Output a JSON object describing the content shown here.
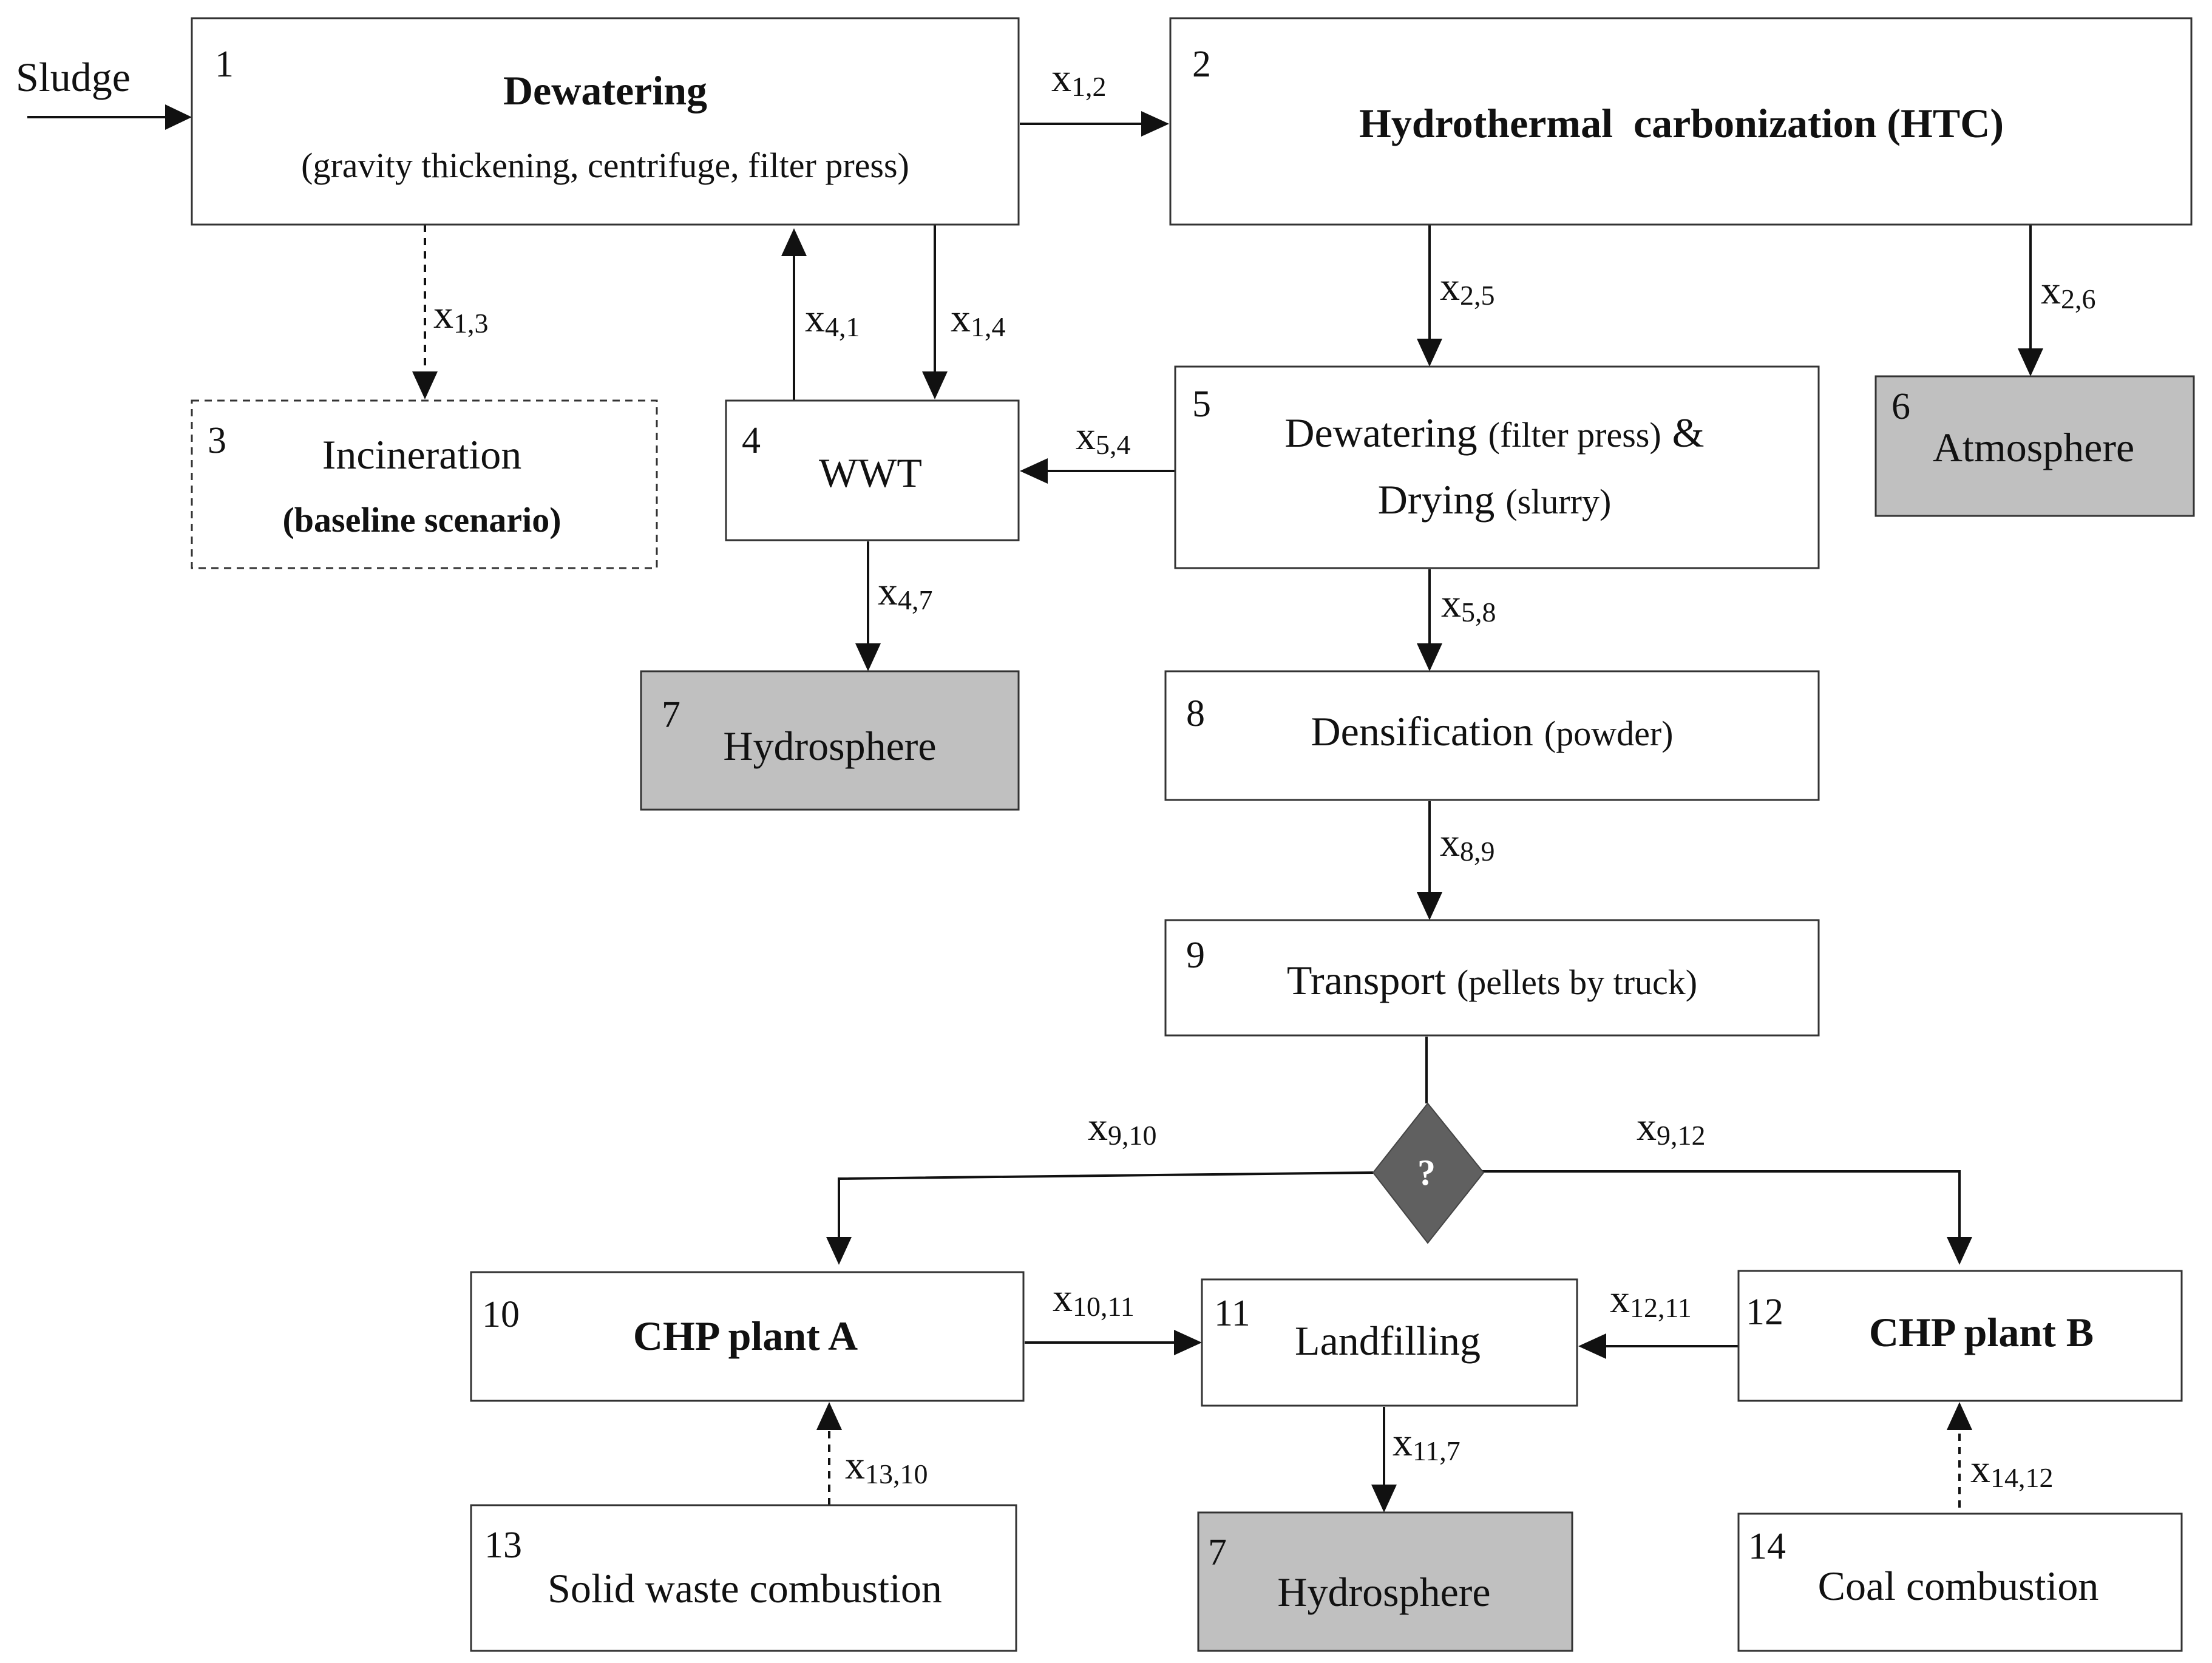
{
  "input_label": "Sludge",
  "diamond_label": "?",
  "boxes": {
    "b1": {
      "num": "1",
      "title": "Dewatering",
      "sub": "(gravity thickening, centrifuge, filter press)"
    },
    "b2": {
      "num": "2",
      "title": "Hydrothermal  carbonization (HTC)"
    },
    "b3": {
      "num": "3",
      "title": "Incineration",
      "sub": "(baseline scenario)"
    },
    "b4": {
      "num": "4",
      "title": "WWT"
    },
    "b5": {
      "num": "5",
      "line1a": "Dewatering",
      "line1b": "(filter press)",
      "line1c": "&",
      "line2a": "Drying",
      "line2b": "(slurry)"
    },
    "b6": {
      "num": "6",
      "title": "Atmosphere"
    },
    "b7a": {
      "num": "7",
      "title": "Hydrosphere"
    },
    "b8": {
      "num": "8",
      "title": "Densification",
      "sub": "(powder)"
    },
    "b9": {
      "num": "9",
      "title": "Transport",
      "sub": "(pellets by truck)"
    },
    "b10": {
      "num": "10",
      "title": "CHP plant A"
    },
    "b11": {
      "num": "11",
      "title": "Landfilling"
    },
    "b12": {
      "num": "12",
      "title": "CHP plant B"
    },
    "b13": {
      "num": "13",
      "title": "Solid waste combustion"
    },
    "b7b": {
      "num": "7",
      "title": "Hydrosphere"
    },
    "b14": {
      "num": "14",
      "title": "Coal combustion"
    }
  },
  "flows": {
    "x12": {
      "main": "x",
      "sub": "1,2"
    },
    "x13": {
      "main": "x",
      "sub": "1,3"
    },
    "x41": {
      "main": "x",
      "sub": "4,1"
    },
    "x14": {
      "main": "x",
      "sub": "1,4"
    },
    "x25": {
      "main": "x",
      "sub": "2,5"
    },
    "x26": {
      "main": "x",
      "sub": "2,6"
    },
    "x54": {
      "main": "x",
      "sub": "5,4"
    },
    "x47": {
      "main": "x",
      "sub": "4,7"
    },
    "x58": {
      "main": "x",
      "sub": "5,8"
    },
    "x89": {
      "main": "x",
      "sub": "8,9"
    },
    "x910": {
      "main": "x",
      "sub": "9,10"
    },
    "x912": {
      "main": "x",
      "sub": "9,12"
    },
    "x1011": {
      "main": "x",
      "sub": "10,11"
    },
    "x1211": {
      "main": "x",
      "sub": "12,11"
    },
    "x117": {
      "main": "x",
      "sub": "11,7"
    },
    "x1310": {
      "main": "x",
      "sub": "13,10"
    },
    "x1412": {
      "main": "x",
      "sub": "14,12"
    }
  },
  "colors": {
    "sink_fill": "#c0c0c0",
    "diamond_fill": "#606060"
  }
}
